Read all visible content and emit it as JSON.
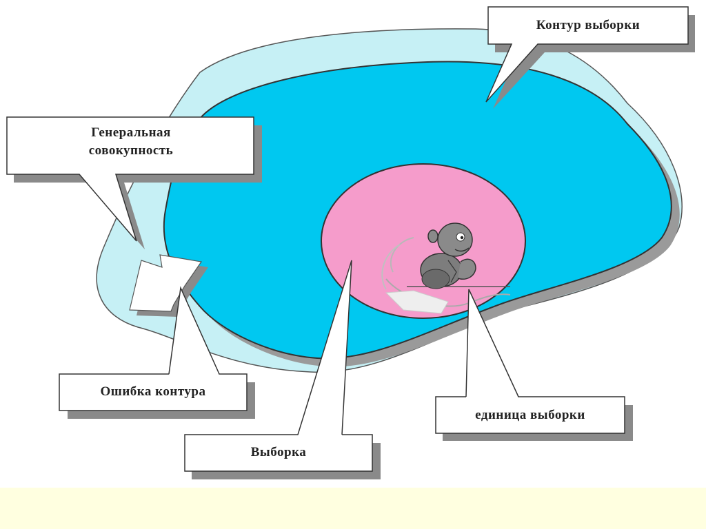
{
  "colors": {
    "outer_region": "#c6f0f5",
    "frame_region": "#00c8f0",
    "sample_region": "#f59ccb",
    "callout_fill": "#ffffff",
    "shadow": "#8a8a8a",
    "footer": "#ffffe0"
  },
  "labels": {
    "general_population": "Генеральная совокупность",
    "sampling_frame": "Контур выборки",
    "frame_error": "Ошибка контура",
    "sample": "Выборка",
    "sampling_unit": "единица выборки"
  },
  "icons": {
    "sampling_unit_figure": "person-figure-icon"
  }
}
